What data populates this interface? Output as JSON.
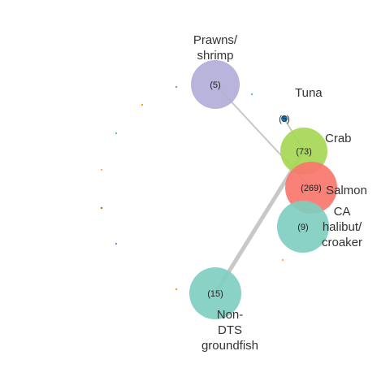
{
  "network": {
    "nodes": [
      {
        "id": "prawns",
        "label_lines": [
          "Prawns/",
          "shrimp"
        ],
        "count_label": "(5)",
        "color": "#b3aed8"
      },
      {
        "id": "tuna",
        "label_lines": [
          "Tuna"
        ],
        "count_label": "(5)",
        "color": "#1f78b4"
      },
      {
        "id": "crab",
        "label_lines": [
          "Crab"
        ],
        "count_label": "(73)",
        "color": "#a6d854"
      },
      {
        "id": "salmon",
        "label_lines": [
          "Salmon"
        ],
        "count_label": "(269)",
        "color": "#f8766d"
      },
      {
        "id": "ca-halibut",
        "label_lines": [
          "CA",
          "halibut/",
          "croaker"
        ],
        "count_label": "(9)",
        "color": "#80cdc1"
      },
      {
        "id": "non-dts",
        "label_lines": [
          "Non-",
          "DTS",
          "groundfish"
        ],
        "count_label": "(15)",
        "color": "#80cdc1"
      }
    ],
    "edges": [
      {
        "source": "prawns",
        "target": "salmon",
        "weight": "thin"
      },
      {
        "source": "non-dts",
        "target": "crab",
        "weight": "thick"
      },
      {
        "source": "tuna",
        "target": "crab",
        "weight": "thin"
      }
    ],
    "edge_color": "#c8c8c8",
    "minor_dot_colors": [
      "#8c8cc8",
      "#e6ab02",
      "#66c2a5",
      "#fdae61",
      "#a6761d"
    ]
  }
}
